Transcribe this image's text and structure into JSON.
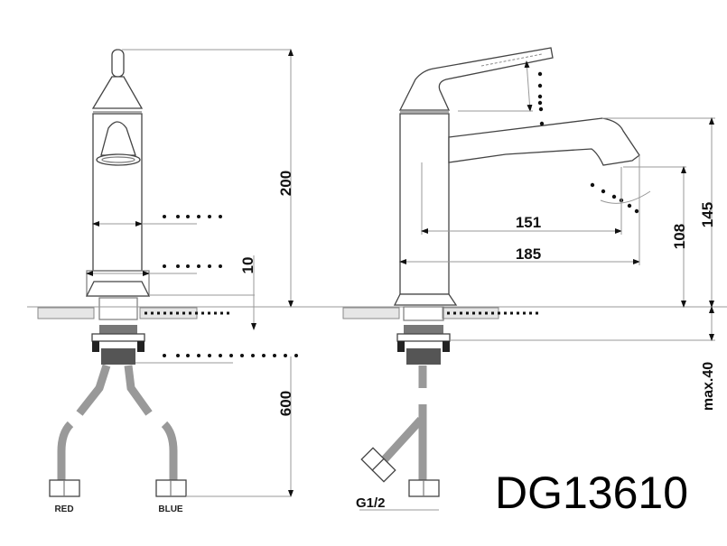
{
  "title": "Faucet technical drawing",
  "model_number": "DG13610",
  "front_view": {
    "dimensions": {
      "overall_height": "200",
      "base_height": "10",
      "hose_length": "600"
    },
    "hose_labels": {
      "left": "RED",
      "right": "BLUE"
    }
  },
  "side_view": {
    "dimensions": {
      "inner_reach": "151",
      "total_reach": "185",
      "spout_height": "108",
      "total_height": "145",
      "max_deck_thickness": "max.40"
    },
    "connection_label": "G1/2"
  }
}
